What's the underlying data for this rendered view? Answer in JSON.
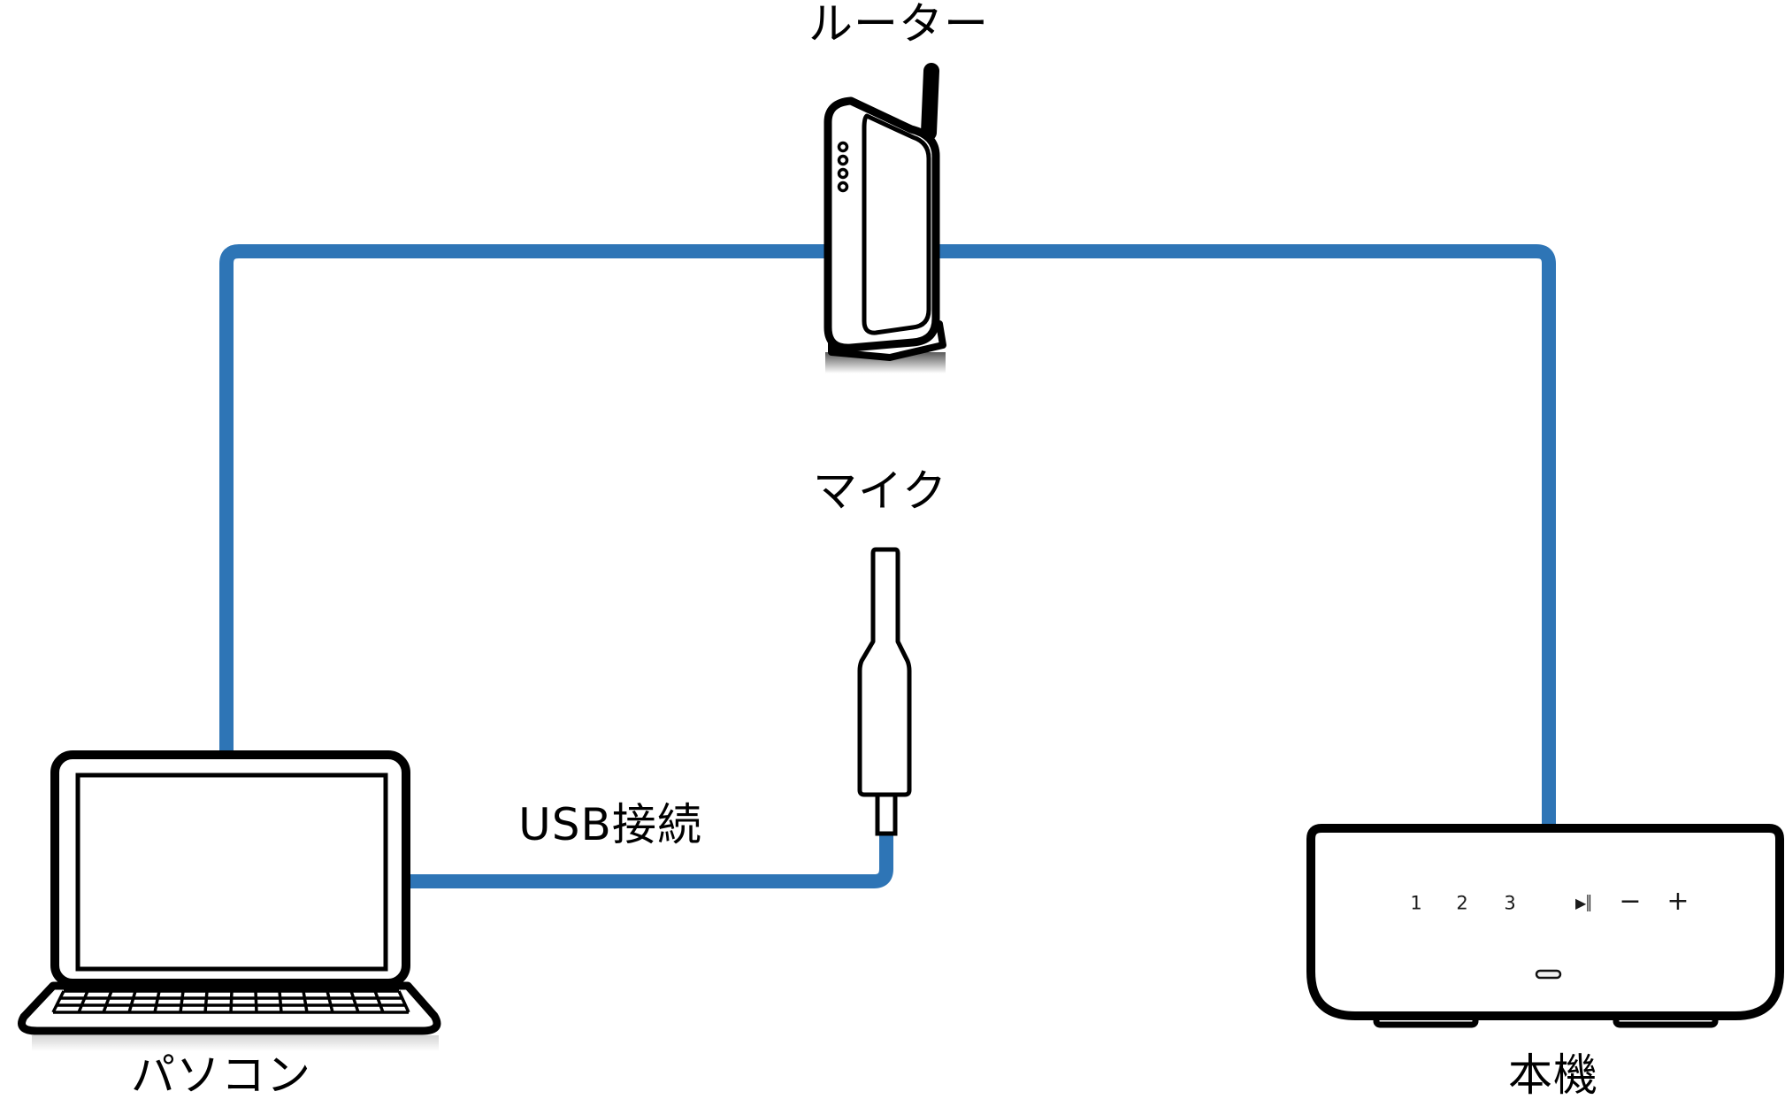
{
  "diagram": {
    "labels": {
      "router": "ルーター",
      "mic": "マイク",
      "usb": "USB接続",
      "pc": "パソコン",
      "unit": "本機"
    },
    "unit_controls": [
      {
        "label": "1"
      },
      {
        "label": "2"
      },
      {
        "label": "3"
      },
      {
        "label": "▶║"
      },
      {
        "label": "−"
      },
      {
        "label": "+"
      }
    ],
    "colors": {
      "cable_blue": "#2E75B6",
      "outline_black": "#000000"
    },
    "icons": {
      "router": "router-icon",
      "laptop": "laptop-icon",
      "microphone": "microphone-icon",
      "speaker_unit": "speaker-unit-icon"
    }
  }
}
